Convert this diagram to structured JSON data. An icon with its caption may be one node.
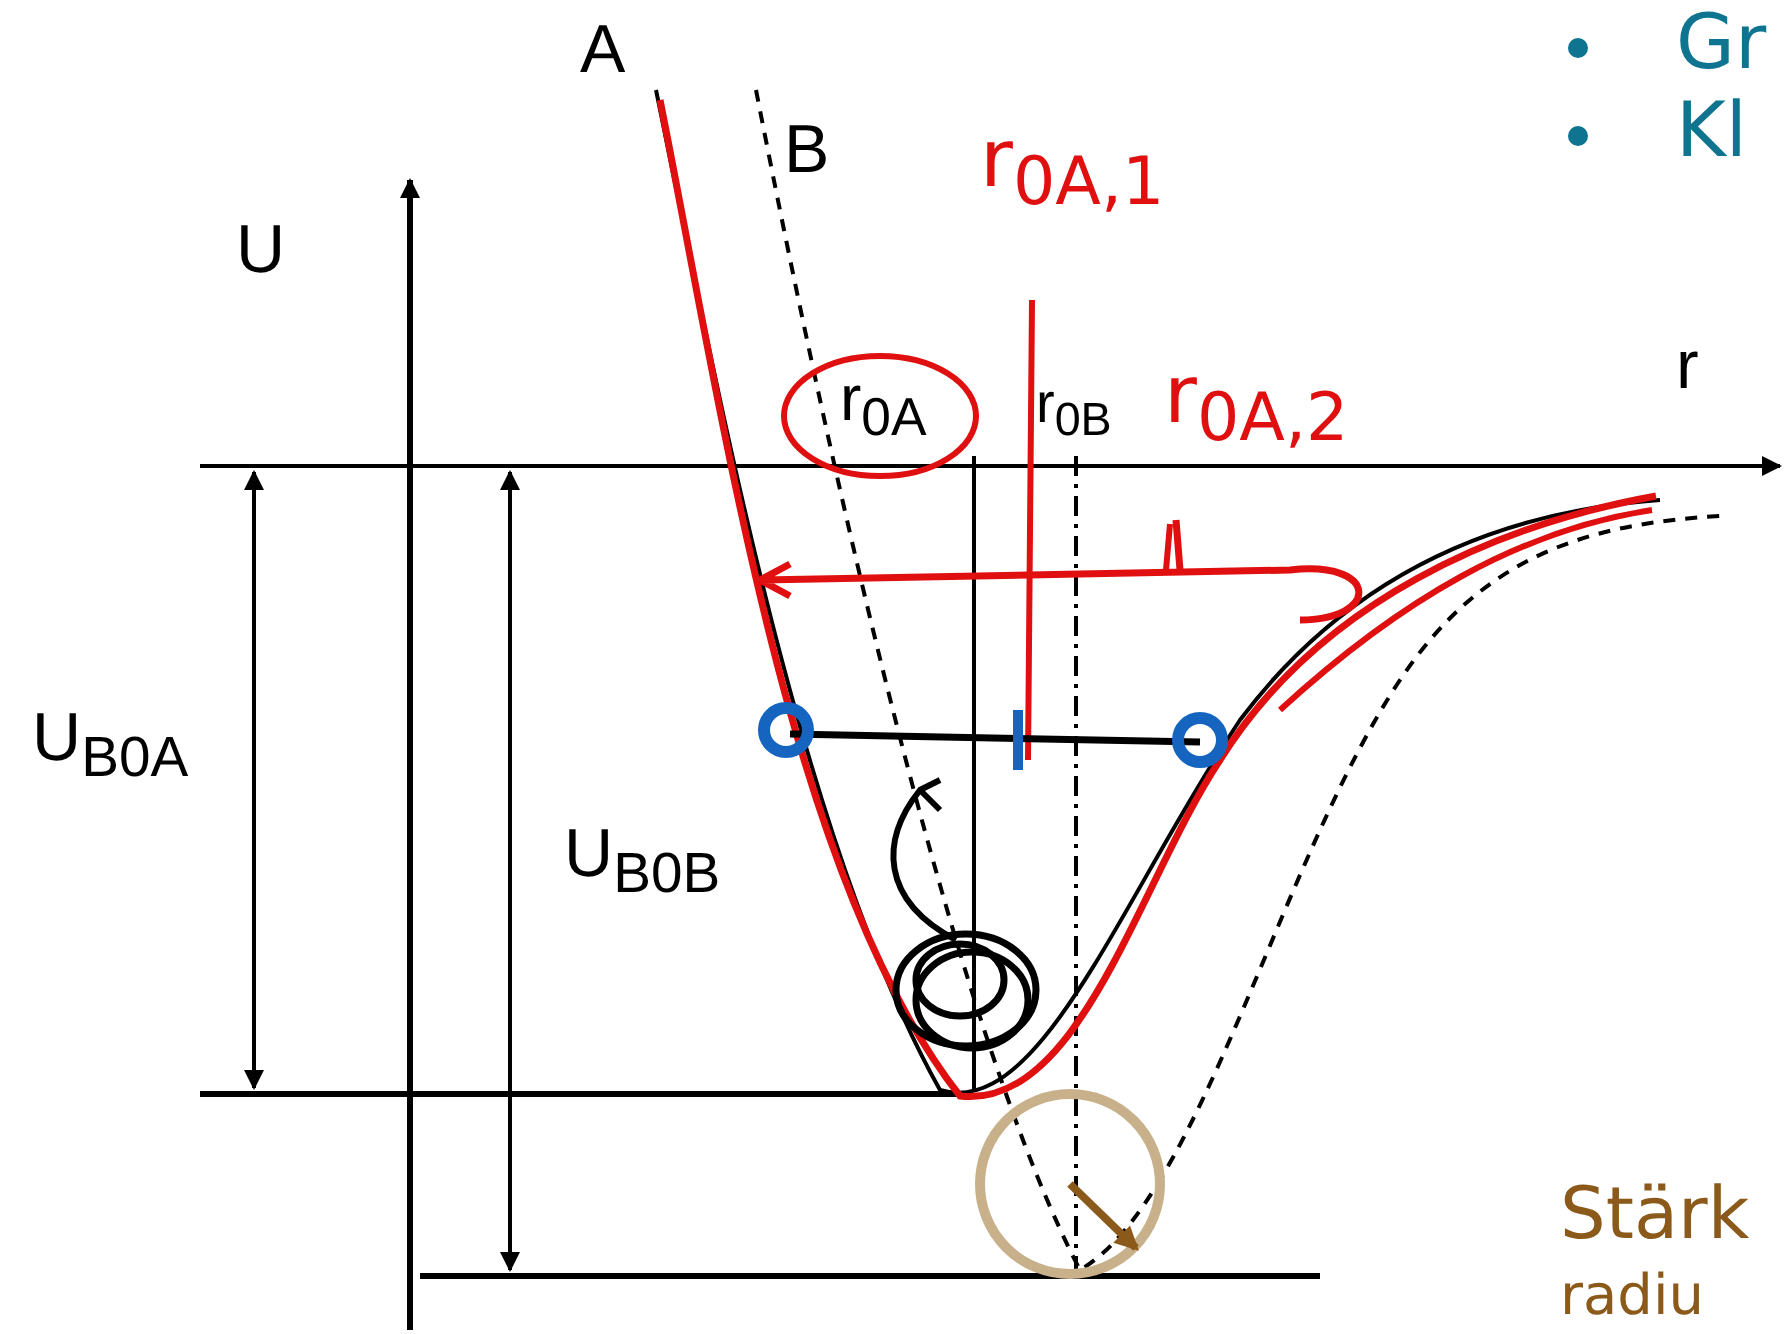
{
  "diagram": {
    "labels": [
      "A",
      "B",
      "U",
      "r$_{0A,1}$",
      "r",
      "r$_{0A}$",
      "r$_{0B}$",
      "r$_{0A,2}$",
      "U$_{B0A}$",
      "U$_{B0B}$",
      "Gr",
      "Kl",
      "Stärk",
      "radiu"
    ]
  }
}
